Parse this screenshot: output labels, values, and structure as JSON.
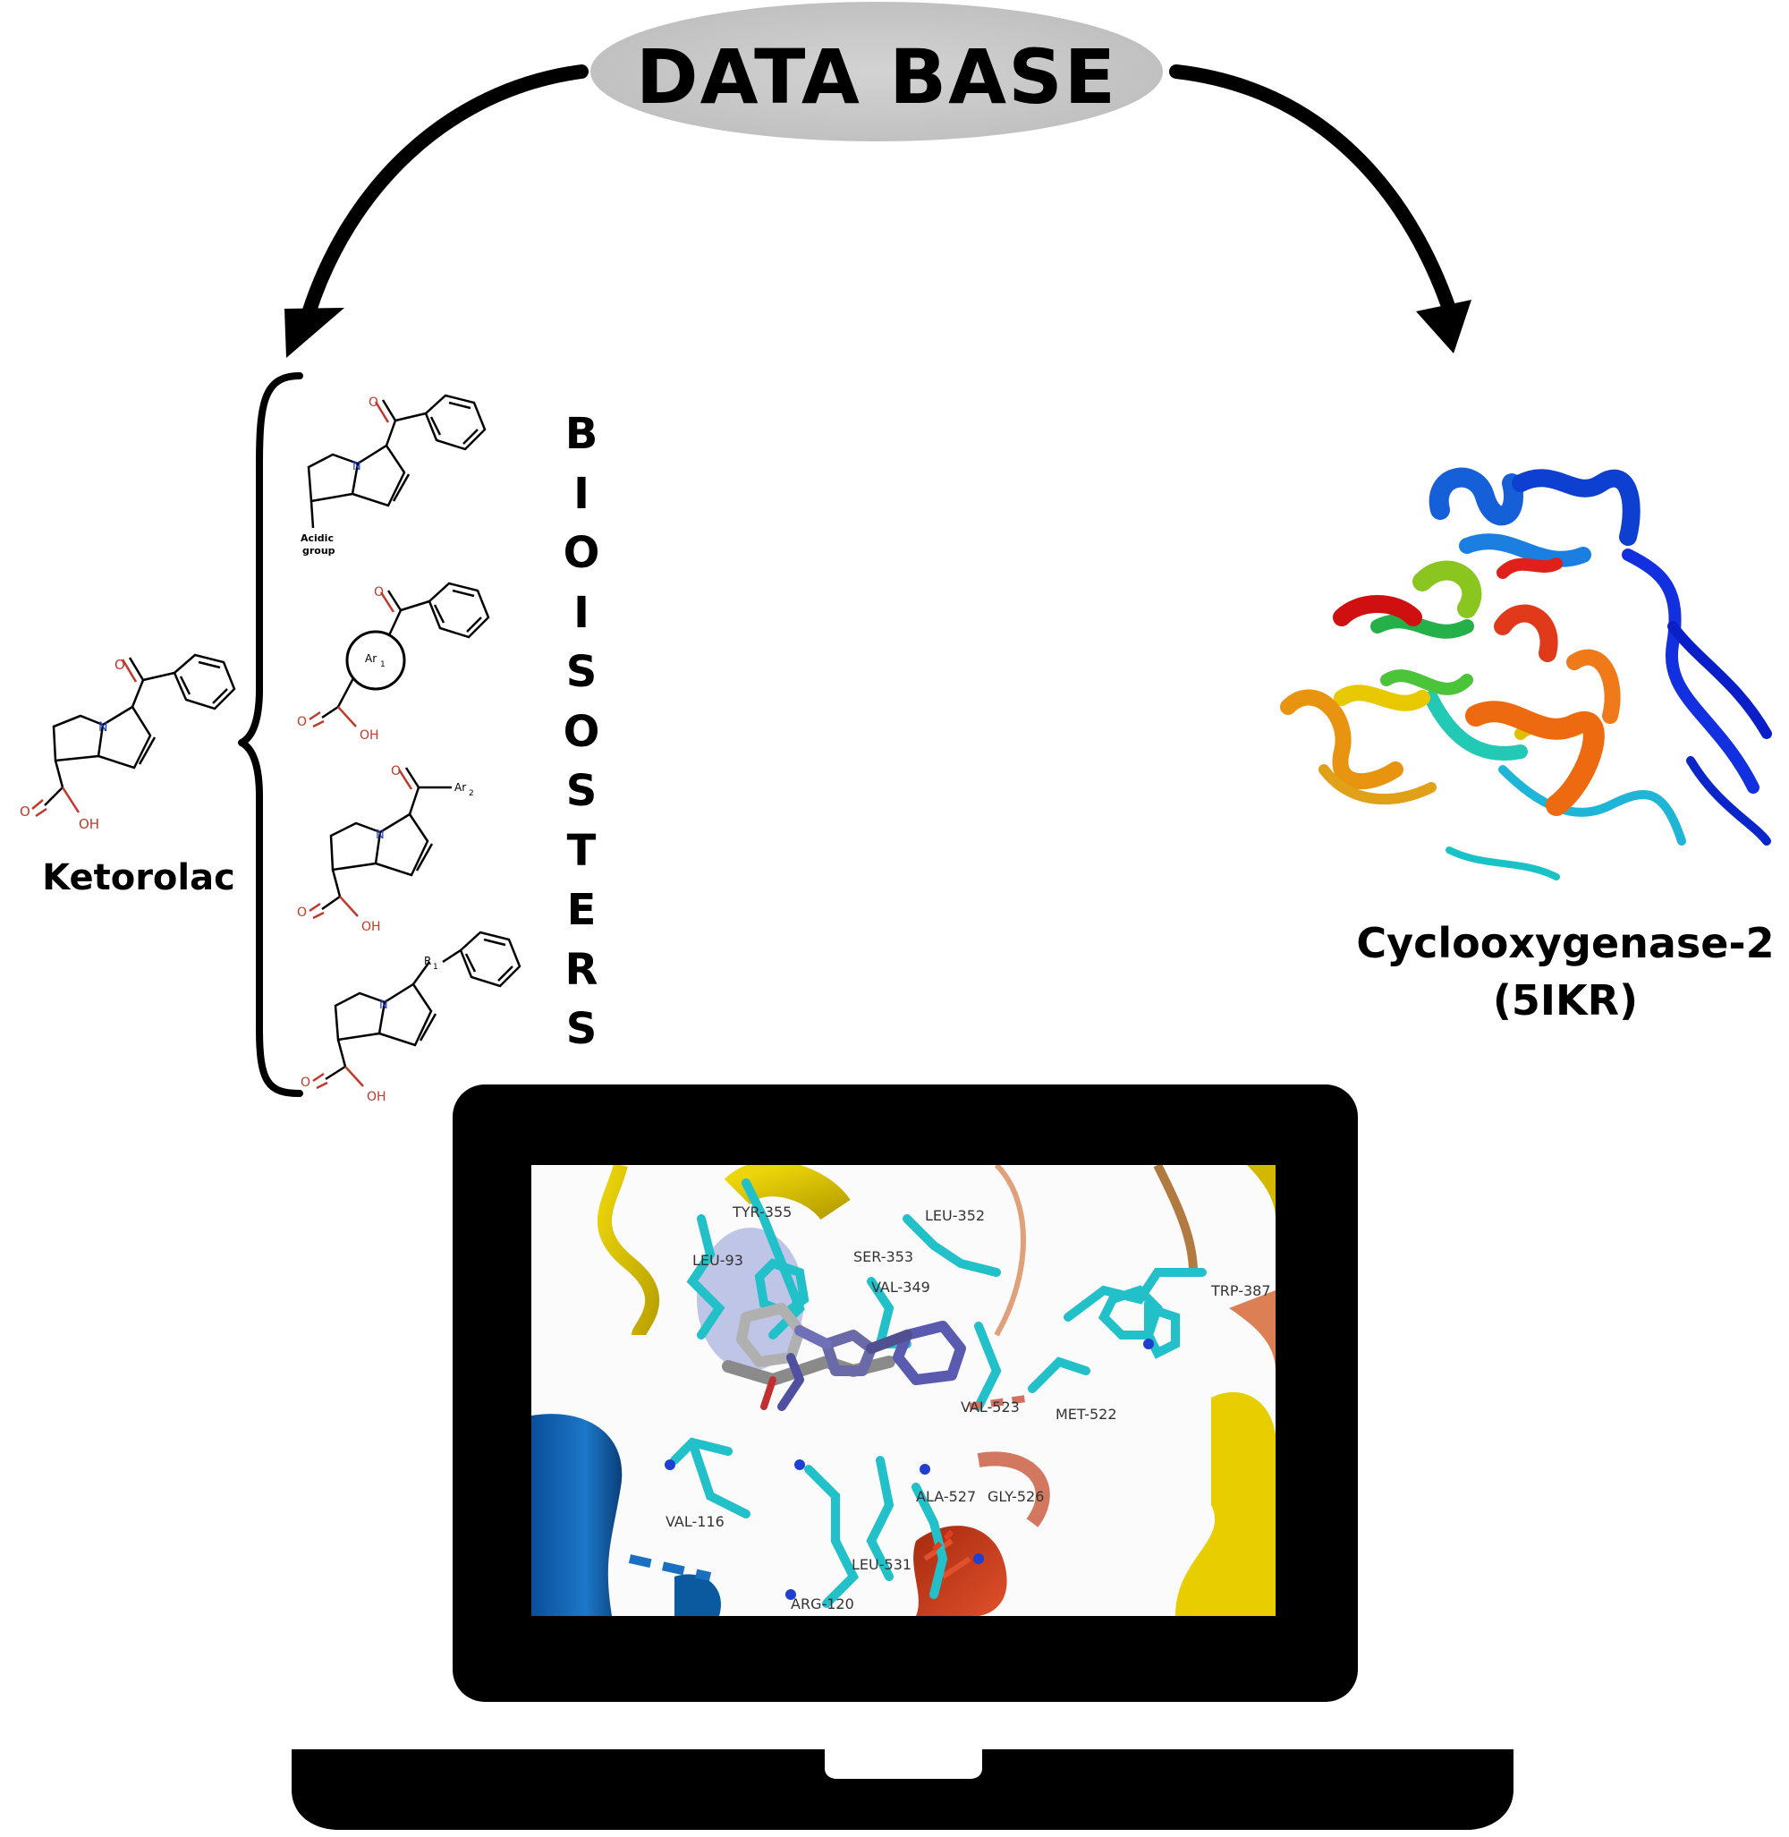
{
  "header": {
    "title": "DATA BASE"
  },
  "ligand": {
    "name": "Ketorolac"
  },
  "bioisosteres": {
    "letters": [
      "B",
      "I",
      "O",
      "I",
      "S",
      "O",
      "S",
      "T",
      "E",
      "R",
      "S"
    ],
    "variants": [
      {
        "substituent_line1": "Acidic",
        "substituent_line2": "group"
      },
      {
        "ring": "Ar",
        "ring_sub": "1",
        "acid": "OH",
        "carbonyl": "O"
      },
      {
        "aryl": "Ar",
        "aryl_sub": "2",
        "acid": "OH",
        "carbonyl": "O"
      },
      {
        "linker": "R",
        "linker_sub": "1",
        "acid": "OH",
        "carbonyl": "O"
      }
    ],
    "n_label": "N"
  },
  "target": {
    "name_line1": "Cyclooxygenase-2",
    "name_line2": "(5IKR)"
  },
  "docking_labels": [
    "TYR-355",
    "LEU-352",
    "LEU-93",
    "SER-353",
    "VAL-349",
    "TRP-387",
    "VAL-523",
    "MET-522",
    "ALA-527",
    "GLY-526",
    "VAL-116",
    "LEU-531",
    "ARG-120"
  ],
  "colors": {
    "ellipse": "#c9c9c9",
    "arrow": "#000000",
    "acid_red": "#c0392b",
    "nitrogen_blue": "#1f3fd0"
  }
}
